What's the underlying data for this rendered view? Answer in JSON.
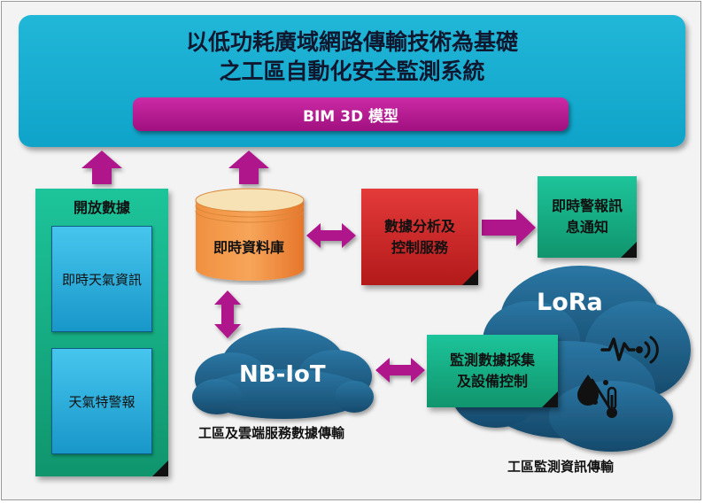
{
  "header": {
    "title_line1": "以低功耗廣域網路傳輸技術為基礎",
    "title_line2": "之工區自動化安全監測系統",
    "bim_label": "BIM 3D 模型"
  },
  "open_data": {
    "title": "開放數據",
    "items": [
      "即時天氣資訊",
      "天氣特警報"
    ]
  },
  "database": {
    "label": "即時資料庫"
  },
  "analysis": {
    "line1": "數據分析及",
    "line2": "控制服務"
  },
  "alert": {
    "line1": "即時警報訊",
    "line2": "息通知"
  },
  "monitor": {
    "line1": "監測數據採集",
    "line2": "及設備控制"
  },
  "nbiot": {
    "label": "NB-IoT",
    "caption": "工區及雲端服務數據傳輸"
  },
  "lora": {
    "label": "LoRa",
    "caption": "工區監測資訊傳輸"
  },
  "colors": {
    "cyan": "#1aaed3",
    "magenta": "#b0178c",
    "green": "#16ad84",
    "orange": "#ef8234",
    "red": "#cc2828",
    "navy": "#1d5a82"
  }
}
